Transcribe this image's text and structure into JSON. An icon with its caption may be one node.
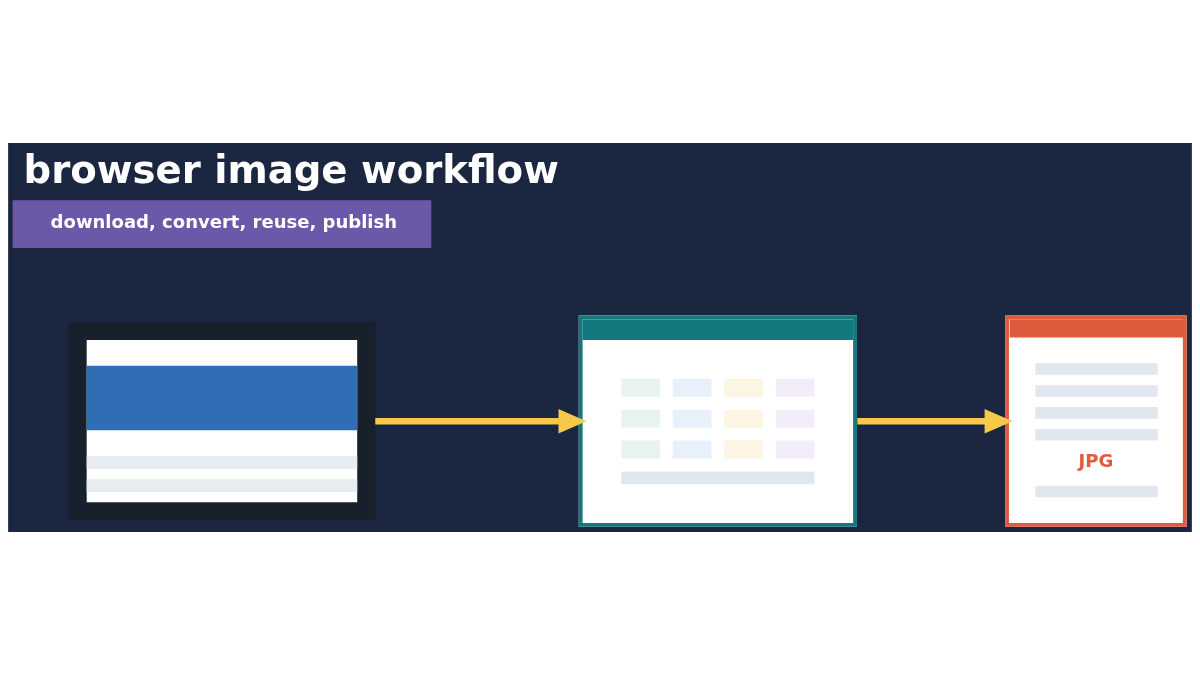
{
  "diagram": {
    "title": "browser image workflow",
    "nodes": [
      {
        "text": [],
        "shape": "box"
      },
      {
        "text": [],
        "shape": "box"
      },
      {
        "text": [
          "JPG"
        ]
      },
      {
        "text": [
          "download, convert, reuse, publish"
        ]
      }
    ],
    "edges": [
      {
        "from": 0,
        "to": 1,
        "arrow": "to"
      },
      {
        "from": 1,
        "to": 2,
        "arrow": "to"
      }
    ]
  }
}
